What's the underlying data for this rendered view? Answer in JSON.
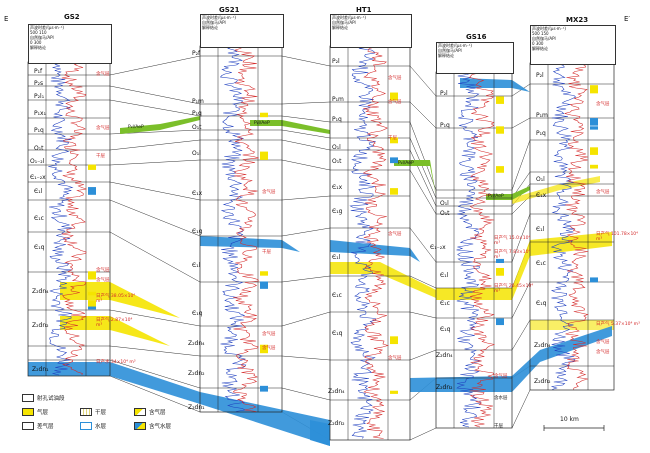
{
  "section": {
    "left_end": "E",
    "right_end": "E′"
  },
  "wells": [
    {
      "name": "GS2",
      "header": [
        "声波时差/(μs·m⁻¹)",
        "500  110",
        "自然伽马/API",
        "0  300",
        "解释结论"
      ],
      "layers": [
        "P₁f",
        "P₂s",
        "P₂l₁",
        "P₁x₁",
        "P₁q",
        "O₁t",
        "O₁₋₂l",
        "Є₁₋₂x",
        "Є₁l",
        "Є₁c",
        "Є₁q",
        "Z₂dn₄",
        "Z₂dn₂",
        "Z₂dn₁"
      ],
      "annotations": [
        "含气层",
        "含气层",
        "干层",
        "含气层",
        "含气层",
        "日产气 38.05×10⁴ m³",
        "日产气 2.87×10⁴ m³",
        "日产水 34×10⁴ m³"
      ]
    },
    {
      "name": "GS21",
      "header": [
        "声波时差/(μs·m⁻¹)",
        "自然伽马/API",
        "解释结论"
      ],
      "layers": [
        "P₂f",
        "P₁m",
        "P₁q",
        "O₁t",
        "O₁l",
        "Є₁x",
        "Є₁g",
        "Є₁l",
        "Є₁q",
        "Z₂dn₄",
        "Z₂dn₂",
        "Z₂dn₁"
      ],
      "annotations": [
        "含气层",
        "干层",
        "含气层",
        "含气层"
      ]
    },
    {
      "name": "HT1",
      "header": [
        "声波时差/(μs·m⁻¹)",
        "自然伽马/API",
        "解释结论"
      ],
      "layers": [
        "P₂l",
        "P₁m",
        "P₁q",
        "O₁l",
        "O₁t",
        "Є₁x",
        "Є₁g",
        "Є₁l",
        "Є₁c",
        "Є₁q",
        "Z₂dn₄",
        "Z₂dn₂"
      ],
      "annotations": [
        "含气层",
        "含气层",
        "干层",
        "含气层",
        "含气层"
      ]
    },
    {
      "name": "GS16",
      "header": [
        "声波时差/(μs·m⁻¹)",
        "自然伽马/API",
        "解释结论"
      ],
      "layers": [
        "P₂l",
        "P₁q",
        "O₁l",
        "O₁t",
        "Є₁₋₂x",
        "Є₁l",
        "Є₁c",
        "Є₁q",
        "Z₂dn₄",
        "Z₂dn₂"
      ],
      "annotations": [
        "日产气 15.0×10⁴ m³",
        "日产气 7.83×10⁴ m³",
        "日产气 26.45×10⁴ m³",
        "含气层",
        "含水层",
        "干层"
      ]
    },
    {
      "name": "MX23",
      "header": [
        "声波时差/(μs·m⁻¹)",
        "500  150",
        "自然伽马/API",
        "0  300",
        "解释结论"
      ],
      "layers": [
        "P₂l",
        "P₁m",
        "P₁q",
        "O₁l",
        "Є₁x",
        "Є₁l",
        "Є₁c",
        "Є₁q",
        "Z₂dn₄",
        "Z₂dn₂"
      ],
      "annotations": [
        "含气层",
        "含气层",
        "日产气 101.78×10⁴ m³",
        "日产气 5.37×10⁴ m³",
        "含气层",
        "含气层"
      ]
    }
  ],
  "markers": [
    "P₂l/AeP",
    "P₂l/AeP",
    "P₂l/AeP",
    "P₂l/AeP"
  ],
  "legend": [
    {
      "label": "射孔试油段",
      "kind": "perforation"
    },
    {
      "label": "气层",
      "kind": "gas"
    },
    {
      "label": "干层",
      "kind": "dry"
    },
    {
      "label": "含气层",
      "kind": "gas-bearing"
    },
    {
      "label": "差气层",
      "kind": "poor-gas"
    },
    {
      "label": "水层",
      "kind": "water"
    },
    {
      "label": "含气水层",
      "kind": "gas-water"
    }
  ],
  "scale": "10 km",
  "colors": {
    "gas": "#f5e400",
    "water": "#2c8fd8",
    "gr_curve": "#1f3fbf",
    "ac_curve": "#d42a2a",
    "marker": "#7bbf2a"
  }
}
